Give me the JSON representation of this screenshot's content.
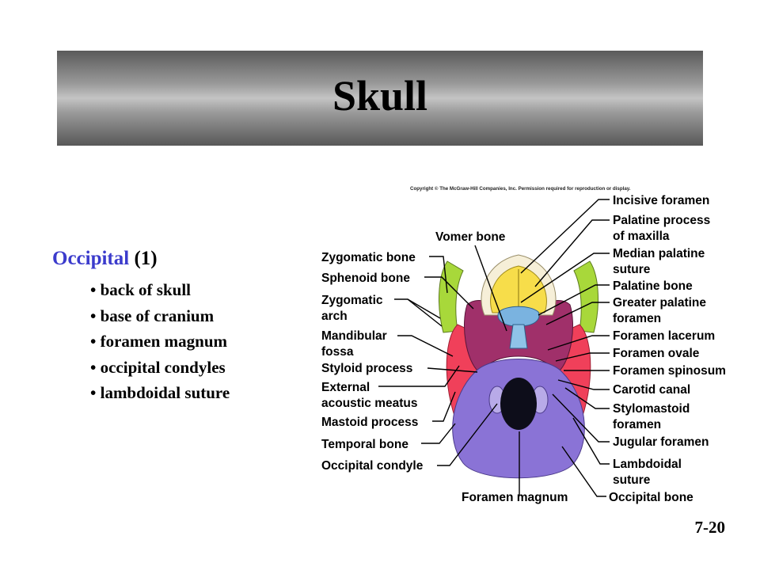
{
  "slide": {
    "title": "Skull",
    "number": "7-20"
  },
  "content": {
    "heading_term": "Occipital",
    "heading_count": " (1)",
    "bullets": [
      "back of skull",
      "base of cranium",
      "foramen magnum",
      "occipital condyles",
      "lambdoidal suture"
    ]
  },
  "figure": {
    "copyright": "Copyright © The McGraw-Hill Companies, Inc. Permission required for reproduction or display.",
    "labels": {
      "incisive_foramen": "Incisive foramen",
      "palatine_process_1": "Palatine process",
      "palatine_process_2": "of maxilla",
      "median_palatine_1": "Median palatine",
      "median_palatine_2": "suture",
      "palatine_bone": "Palatine bone",
      "greater_palatine_1": "Greater palatine",
      "greater_palatine_2": "foramen",
      "foramen_lacerum": "Foramen lacerum",
      "foramen_ovale": "Foramen ovale",
      "foramen_spinosum": "Foramen spinosum",
      "carotid_canal": "Carotid canal",
      "stylomastoid_1": "Stylomastoid",
      "stylomastoid_2": "foramen",
      "jugular_foramen": "Jugular foramen",
      "lambdoidal_1": "Lambdoidal",
      "lambdoidal_2": "suture",
      "occipital_bone": "Occipital bone",
      "foramen_magnum": "Foramen magnum",
      "vomer_bone": "Vomer bone",
      "zygomatic_bone": "Zygomatic bone",
      "sphenoid_bone": "Sphenoid bone",
      "zygomatic_arch_1": "Zygomatic",
      "zygomatic_arch_2": "arch",
      "mandibular_fossa_1": "Mandibular",
      "mandibular_fossa_2": "fossa",
      "styloid_process": "Styloid process",
      "external_meatus_1": "External",
      "external_meatus_2": "acoustic meatus",
      "mastoid_process": "Mastoid process",
      "temporal_bone": "Temporal bone",
      "occipital_condyle": "Occipital condyle"
    },
    "colors": {
      "occipital": "#8a73d6",
      "temporal": "#f0405a",
      "sphenoid": "#a0306a",
      "maxilla": "#f7dd4a",
      "zygomatic": "#a8d83a",
      "vomer": "#8fc3e8",
      "palatine": "#7ab3e0",
      "teeth": "#f6efd8",
      "foramen": "#0d0d1a"
    }
  }
}
